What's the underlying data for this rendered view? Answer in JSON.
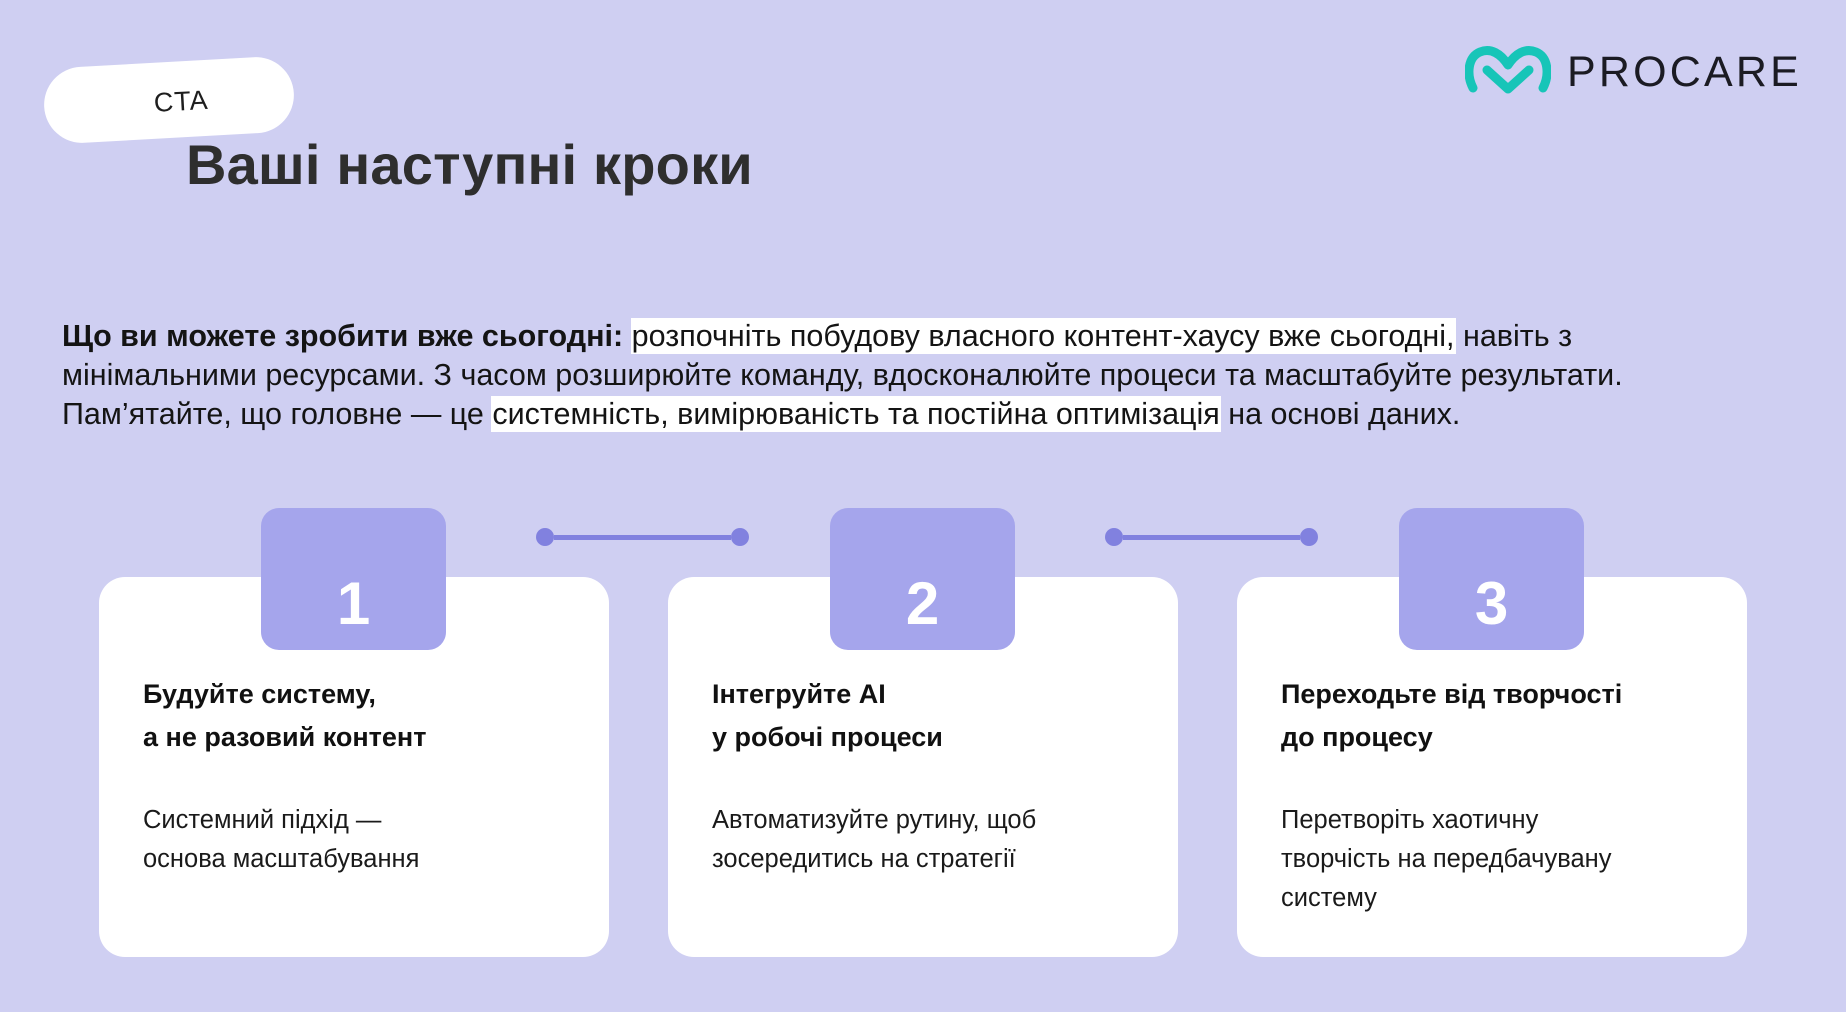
{
  "badge": {
    "label": "CTA"
  },
  "logo": {
    "icon_name": "procare-heart-logo",
    "wordmark": "PROCARE",
    "mark_color": "#17C5B8",
    "text_color": "#1B1B23"
  },
  "header": {
    "title": "Ваші наступні кроки"
  },
  "intro": {
    "segments": [
      {
        "text": "Що ви можете зробити вже сьогодні:",
        "bold": true,
        "highlight": false
      },
      {
        "text": " ",
        "bold": false,
        "highlight": false
      },
      {
        "text": "розпочніть побудову власного контент-хаусу вже сьогодні,",
        "bold": false,
        "highlight": true
      },
      {
        "text": " навіть з мінімальними ресурсами. З часом розширюйте команду, вдосконалюйте процеси та масштабуйте результати. Пам’ятайте, що головне — це ",
        "bold": false,
        "highlight": false
      },
      {
        "text": "системність, вимірюваність та постійна оптимізація",
        "bold": false,
        "highlight": true
      },
      {
        "text": " на основі даних.",
        "bold": false,
        "highlight": false
      }
    ]
  },
  "steps": [
    {
      "number": "1",
      "title": "Будуйте систему,\nа не разовий контент",
      "description": "Системний підхід —\nоснова масштабування"
    },
    {
      "number": "2",
      "title": "Інтегруйте AI\nу робочі процеси",
      "description": "Автоматизуйте рутину, щоб\nзосередитись на стратегії"
    },
    {
      "number": "3",
      "title": "Переходьте від творчості\nдо процесу",
      "description": "Перетворіть хаотичну\nтворчість на передбачувану\nсистему"
    }
  ],
  "connectors": [
    {
      "name": "connector-1-2"
    },
    {
      "name": "connector-2-3"
    }
  ],
  "colors": {
    "background": "#CFCFF2",
    "card": "#FFFFFF",
    "badge_purple": "#A5A5EC",
    "connector_purple": "#8181DF",
    "heading": "#2E2E2E",
    "brand_teal": "#17C5B8"
  }
}
